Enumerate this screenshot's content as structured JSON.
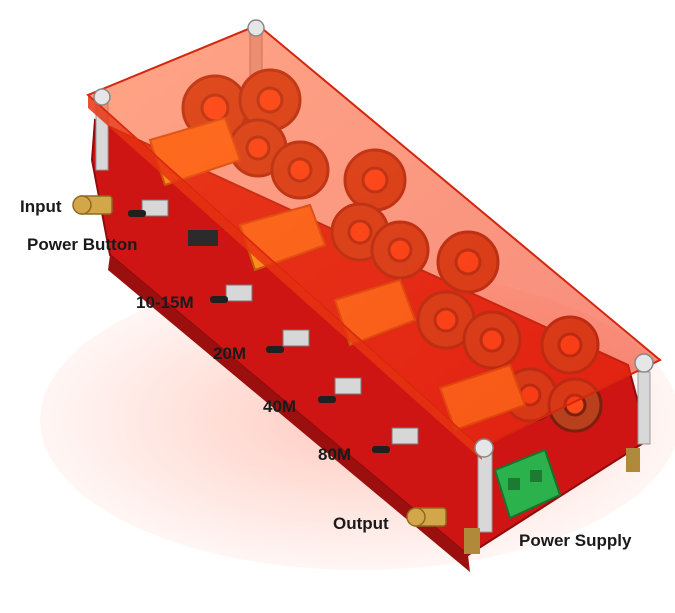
{
  "labels": {
    "input": "Input",
    "power_button": "Power Button",
    "band_10_15m": "10-15M",
    "band_20m": "20M",
    "band_40m": "40M",
    "band_80m": "80M",
    "output": "Output",
    "power_supply": "Power Supply"
  },
  "colors": {
    "acrylic_cover": "#ff3b12",
    "pcb": "#d91b1b",
    "toroid_copper": "#b8401c",
    "relay": "#ff8a1e",
    "terminal_block": "#2bb24c",
    "sma_connector": "#d4a64a",
    "standoff": "#cfcfcf"
  }
}
